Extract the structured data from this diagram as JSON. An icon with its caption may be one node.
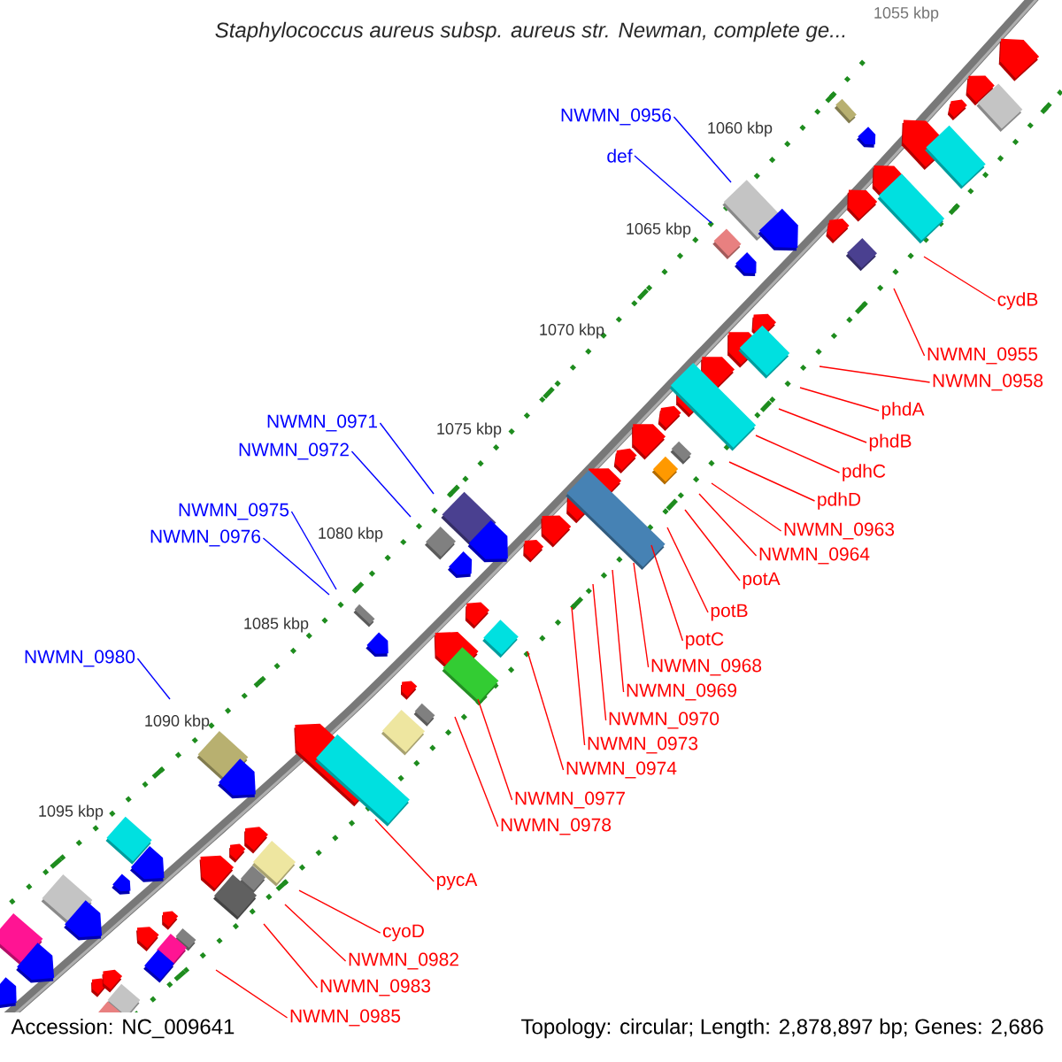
{
  "diagram": {
    "title": "Staphylococcus aureus subsp. aureus str. Newman, complete ge...",
    "nodes": [
      {
        "text": [
          "NWMN_0956"
        ]
      },
      {
        "text": [
          "def"
        ]
      },
      {
        "text": [
          "NWMN_0971"
        ]
      },
      {
        "text": [
          "NWMN_0972"
        ]
      },
      {
        "text": [
          "NWMN_0975"
        ]
      },
      {
        "text": [
          "NWMN_0976"
        ]
      },
      {
        "text": [
          "NWMN_0980"
        ]
      },
      {
        "text": [
          "cydB"
        ]
      },
      {
        "text": [
          "NWMN_0955"
        ]
      },
      {
        "text": [
          "NWMN_0958"
        ]
      },
      {
        "text": [
          "phdA"
        ]
      },
      {
        "text": [
          "phdB"
        ]
      },
      {
        "text": [
          "pdhC"
        ]
      },
      {
        "text": [
          "pdhD"
        ]
      },
      {
        "text": [
          "NWMN_0963"
        ]
      },
      {
        "text": [
          "NWMN_0964"
        ]
      },
      {
        "text": [
          "potA"
        ]
      },
      {
        "text": [
          "potB"
        ]
      },
      {
        "text": [
          "potC"
        ]
      },
      {
        "text": [
          "NWMN_0968"
        ]
      },
      {
        "text": [
          "NWMN_0969"
        ]
      },
      {
        "text": [
          "NWMN_0970"
        ]
      },
      {
        "text": [
          "NWMN_0973"
        ]
      },
      {
        "text": [
          "NWMN_0974"
        ]
      },
      {
        "text": [
          "NWMN_0977"
        ]
      },
      {
        "text": [
          "NWMN_0978"
        ]
      },
      {
        "text": [
          "pycA"
        ]
      },
      {
        "text": [
          "cyoD"
        ]
      },
      {
        "text": [
          "NWMN_0982"
        ]
      },
      {
        "text": [
          "NWMN_0983"
        ]
      },
      {
        "text": [
          "NWMN_0985"
        ]
      }
    ],
    "edges": [
      {
        "from": 0,
        "to": null,
        "arrow": "none",
        "color": "#0000ff"
      },
      {
        "from": 1,
        "to": null,
        "arrow": "none",
        "color": "#0000ff"
      },
      {
        "from": 2,
        "to": null,
        "arrow": "none",
        "color": "#0000ff"
      },
      {
        "from": 3,
        "to": null,
        "arrow": "none",
        "color": "#0000ff"
      },
      {
        "from": 4,
        "to": null,
        "arrow": "none",
        "color": "#0000ff"
      },
      {
        "from": 5,
        "to": null,
        "arrow": "none",
        "color": "#0000ff"
      },
      {
        "from": 6,
        "to": null,
        "arrow": "none",
        "color": "#0000ff"
      },
      {
        "from": 7,
        "to": null,
        "arrow": "none"
      },
      {
        "from": 8,
        "to": null,
        "arrow": "none"
      },
      {
        "from": 9,
        "to": null,
        "arrow": "none"
      },
      {
        "from": 10,
        "to": null,
        "arrow": "none"
      },
      {
        "from": 11,
        "to": null,
        "arrow": "none"
      },
      {
        "from": 12,
        "to": null,
        "arrow": "none"
      },
      {
        "from": 13,
        "to": null,
        "arrow": "none"
      },
      {
        "from": 14,
        "to": null,
        "arrow": "none"
      },
      {
        "from": 15,
        "to": null,
        "arrow": "none"
      },
      {
        "from": 16,
        "to": null,
        "arrow": "none"
      },
      {
        "from": 17,
        "to": null,
        "arrow": "none"
      },
      {
        "from": 18,
        "to": null,
        "arrow": "none"
      },
      {
        "from": 19,
        "to": null,
        "arrow": "none"
      },
      {
        "from": 20,
        "to": null,
        "arrow": "none"
      },
      {
        "from": 21,
        "to": null,
        "arrow": "none"
      },
      {
        "from": 22,
        "to": null,
        "arrow": "none"
      },
      {
        "from": 23,
        "to": null,
        "arrow": "none"
      },
      {
        "from": 24,
        "to": null,
        "arrow": "none"
      },
      {
        "from": 25,
        "to": null,
        "arrow": "none"
      },
      {
        "from": 26,
        "to": null,
        "arrow": "none"
      },
      {
        "from": 27,
        "to": null,
        "arrow": "none"
      },
      {
        "from": 28,
        "to": null,
        "arrow": "none"
      },
      {
        "from": 29,
        "to": null,
        "arrow": "none"
      },
      {
        "from": 30,
        "to": null,
        "arrow": "none"
      }
    ],
    "labels": [
      "1055 kbp",
      "1060 kbp",
      "1065 kbp",
      "1070 kbp",
      "1075 kbp",
      "1080 kbp",
      "1085 kbp",
      "1090 kbp",
      "1095 kbp",
      "Accession: NC_009641",
      "Topology: circular; Length: 2,878,897 bp; Genes: 2,686"
    ]
  }
}
